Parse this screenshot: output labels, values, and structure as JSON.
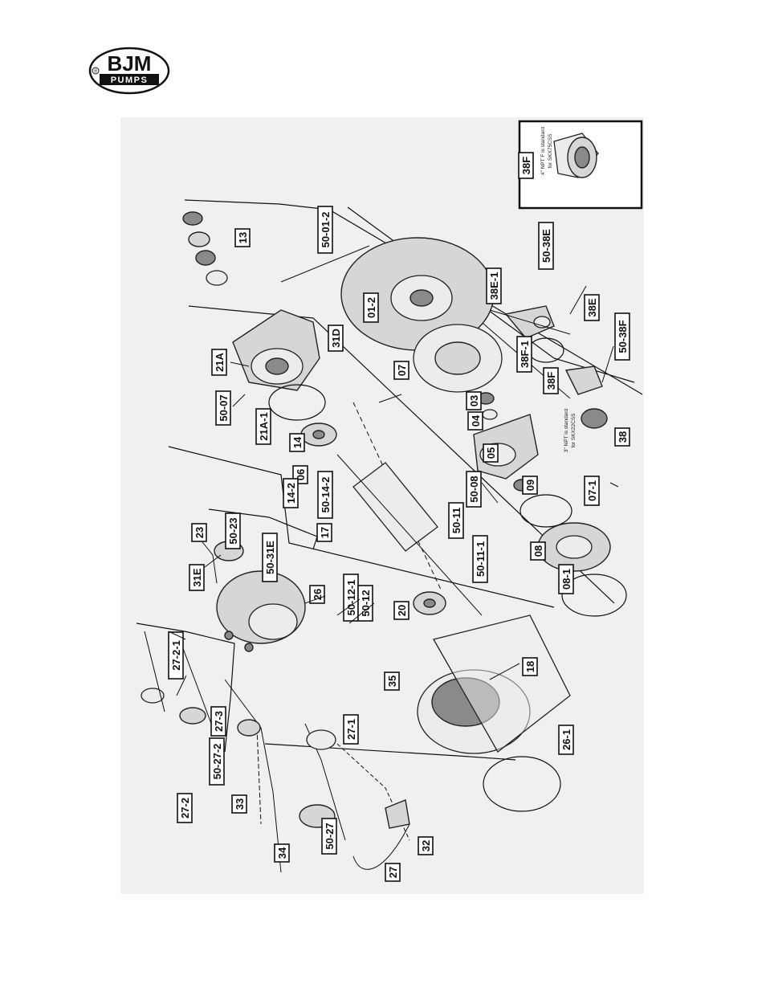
{
  "brand": {
    "name": "BJM",
    "sub": "PUMPS",
    "mark": "®"
  },
  "inset": {
    "label": "38F",
    "note_line1": "4\" NPT F is standard",
    "note_line2": "for SKX75CSS"
  },
  "side_note": {
    "line1": "3\" NPT is standard",
    "line2": "for SKX22CSS"
  },
  "callouts": {
    "c_13": "13",
    "c_21A": "21A",
    "c_31D": "31D",
    "c_50_07": "50-07",
    "c_21A_1": "21A-1",
    "c_14": "14",
    "c_06": "06",
    "c_50_14_2": "50-14-2",
    "c_14_2": "14-2",
    "c_17": "17",
    "c_23": "23",
    "c_50_23": "50-23",
    "c_50_31E": "50-31E",
    "c_31E": "31E",
    "c_26": "26",
    "c_50_12_1": "50-12-1",
    "c_50_12": "50-12",
    "c_20": "20",
    "c_27_2_1": "27-2-1",
    "c_27_3": "27-3",
    "c_50_27_2": "50-27-2",
    "c_27_2": "27-2",
    "c_33": "33",
    "c_27_1": "27-1",
    "c_35": "35",
    "c_18": "18",
    "c_26_1": "26-1",
    "c_34": "34",
    "c_50_27": "50-27",
    "c_27": "27",
    "c_32": "32",
    "c_50_01_2": "50-01-2",
    "c_01_2": "01-2",
    "c_07": "07",
    "c_03": "03",
    "c_04": "04",
    "c_05": "05",
    "c_09": "09",
    "c_07_1": "07-1",
    "c_50_08": "50-08",
    "c_50_11": "50-11",
    "c_50_11_1": "50-11-1",
    "c_08": "08",
    "c_08_1": "08-1",
    "c_38E_1": "38E-1",
    "c_50_38E": "50-38E",
    "c_38E": "38E",
    "c_38F_1": "38F-1",
    "c_38F": "38F",
    "c_50_38F": "50-38F",
    "c_38": "38"
  }
}
